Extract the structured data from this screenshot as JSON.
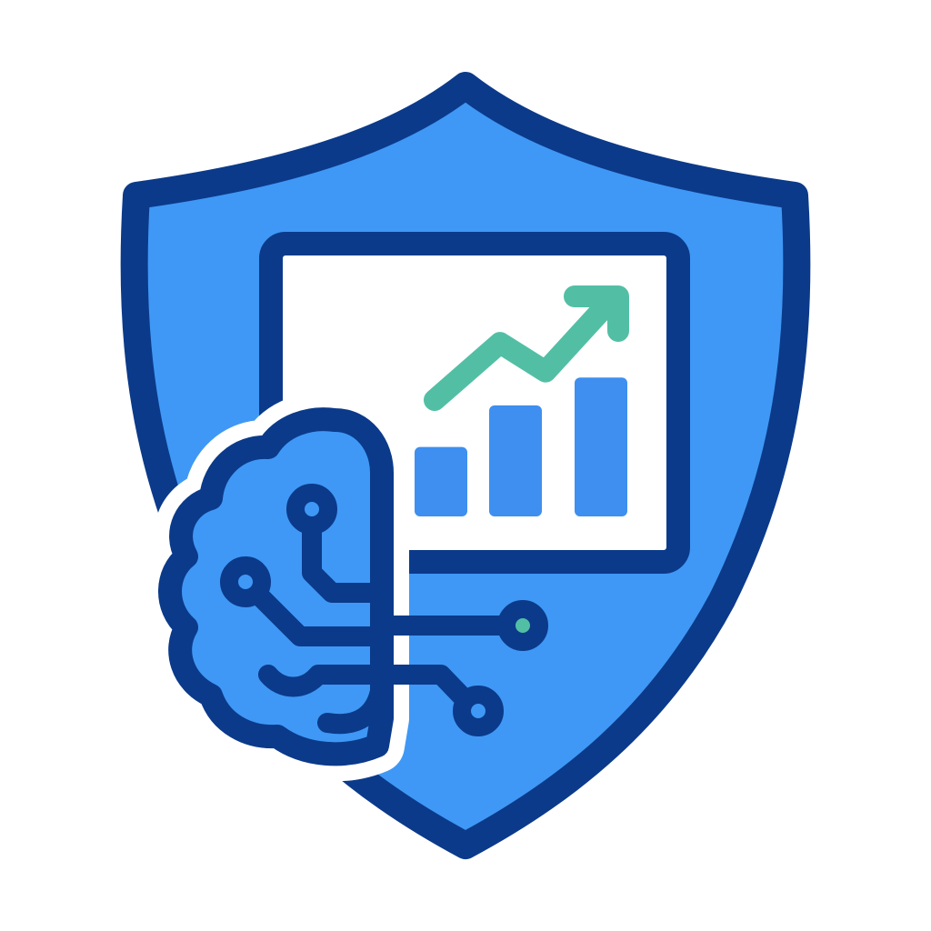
{
  "icon": {
    "name": "shield-analytics-ai-icon",
    "parts": [
      "shield-icon",
      "presentation-board-icon",
      "bar-chart-icon",
      "trend-arrow-icon",
      "brain-circuit-icon"
    ]
  },
  "colors": {
    "outline": "#0B3A8A",
    "shield_fill": "#3F98F5",
    "bar_fill": "#3E8FEF",
    "board_fill": "#FFFFFF",
    "trend": "#52BFA5",
    "accent_node": "#52BFA5",
    "background": "#FFFFFF"
  },
  "chart_data": {
    "type": "bar",
    "categories": [
      "",
      "",
      ""
    ],
    "values": [
      2,
      3.2,
      4
    ],
    "ylim": [
      0,
      4.4
    ],
    "trend_line": [
      1.0,
      2.2,
      1.6,
      3.1
    ],
    "grid": false,
    "title": "",
    "xlabel": "",
    "ylabel": ""
  }
}
